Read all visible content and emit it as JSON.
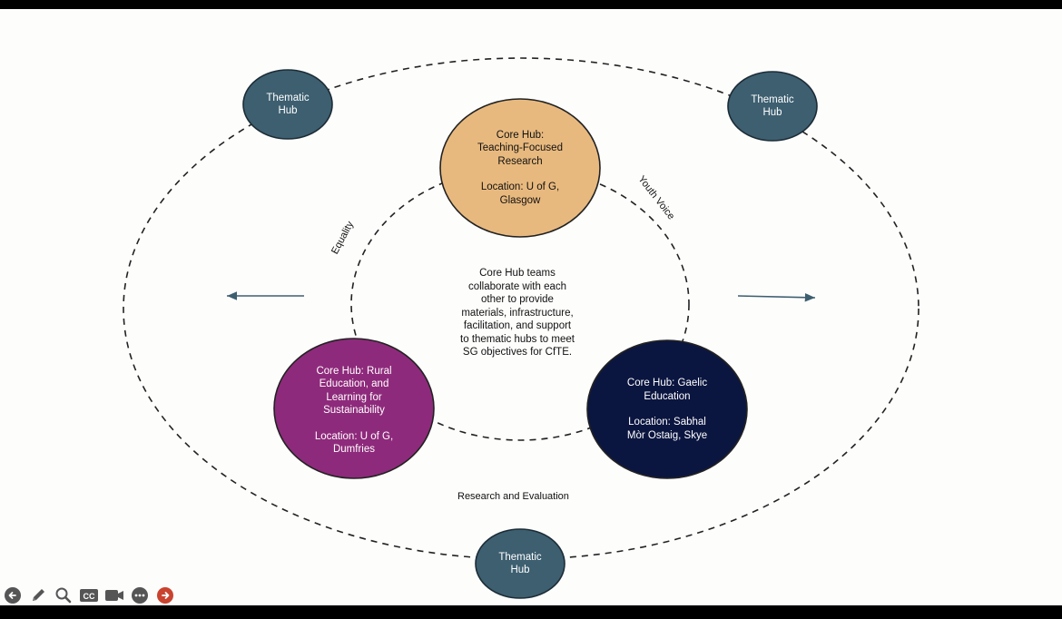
{
  "diagram": {
    "thematic_hubs": [
      {
        "line1": "Thematic",
        "line2": "Hub"
      },
      {
        "line1": "Thematic",
        "line2": "Hub"
      },
      {
        "line1": "Thematic",
        "line2": "Hub"
      }
    ],
    "core_hubs": [
      {
        "title_lines": [
          "Core Hub:",
          "Teaching-Focused",
          "Research"
        ],
        "location_lines": [
          "Location: U of G,",
          "Glasgow"
        ],
        "color": "#e8b97e"
      },
      {
        "title_lines": [
          "Core Hub: Rural",
          "Education, and",
          "Learning for",
          "Sustainability"
        ],
        "location_lines": [
          "Location: U of G,",
          "Dumfries"
        ],
        "color": "#8e2a7b"
      },
      {
        "title_lines": [
          "Core Hub: Gaelic",
          "Education"
        ],
        "location_lines": [
          "Location: Sabhal",
          "Mòr Ostaig, Skye"
        ],
        "color": "#0b1640"
      }
    ],
    "thematic_color": "#3d5f70",
    "center_text": "Core Hub teams collaborate with each other to provide materials, infrastructure, facilitation, and support to thematic hubs to meet SG objectives for CfTE.",
    "labels": {
      "equality": "Equality",
      "youth_voice": "Youth Voice",
      "research_evaluation": "Research and Evaluation"
    }
  },
  "toolbar": [
    {
      "icon": "back-arrow-icon"
    },
    {
      "icon": "pen-icon"
    },
    {
      "icon": "magnifier-icon"
    },
    {
      "icon": "cc-icon",
      "label": "CC"
    },
    {
      "icon": "camera-icon"
    },
    {
      "icon": "more-icon"
    },
    {
      "icon": "forward-arrow-icon"
    }
  ]
}
